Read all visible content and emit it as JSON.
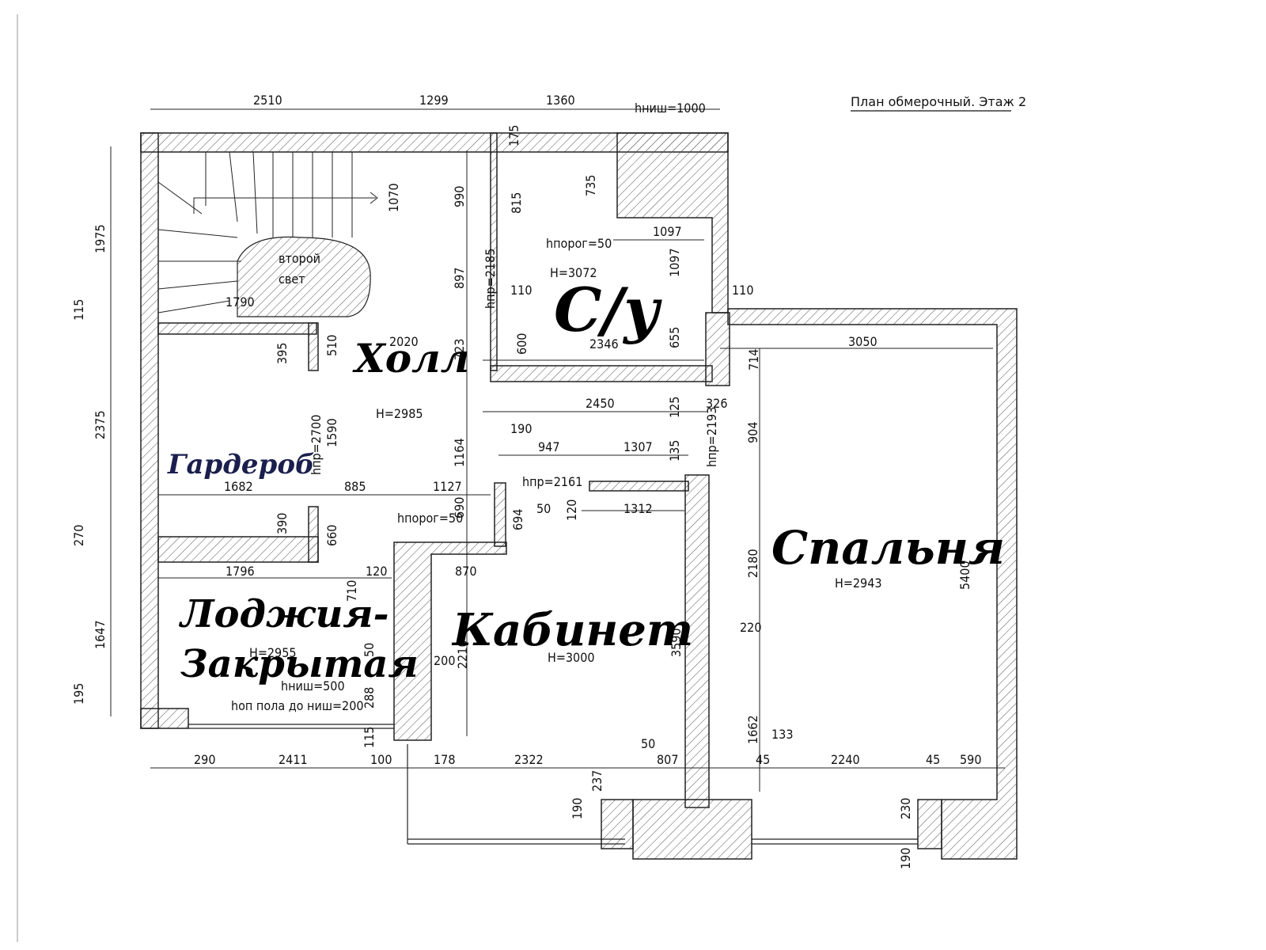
{
  "title": "План обмерочный. Этаж 2",
  "rooms": {
    "hall": "Холл",
    "bath": "С/у",
    "bedroom": "Спальня",
    "wardrobe": "Гардероб",
    "study": "Кабинет",
    "loggia_line1": "Лоджия-",
    "loggia_line2": "Закрытая",
    "second_light_1": "второй",
    "second_light_2": "свет"
  },
  "heights": {
    "hall": "H=2985",
    "bath": "H=3072",
    "bedroom": "H=2943",
    "study": "H=3000",
    "loggia": "H=2955",
    "wardrobe_door": "hпр=2700",
    "bath_door": "hпр=2185",
    "study_door": "hпр=2161",
    "bed_door": "hпр=2193",
    "sill": "hниш=1000",
    "threshold1": "hпорог=50",
    "threshold2": "hпорог=50",
    "loggia_sill": "hниш=500",
    "loggia_floor": "hоп пола до ниш=200"
  },
  "dims": {
    "top": [
      "2510",
      "1299",
      "1360"
    ],
    "left": [
      "1975",
      "115",
      "2375",
      "270",
      "1647",
      "195"
    ],
    "bottom": [
      "290",
      "2411",
      "100",
      "178",
      "2322",
      "807",
      "45",
      "2240",
      "45",
      "590"
    ],
    "inner": [
      "1070",
      "990",
      "897",
      "723",
      "1164",
      "690",
      "2020",
      "1790",
      "395",
      "510",
      "1590",
      "1682",
      "885",
      "1127",
      "390",
      "660",
      "1796",
      "120",
      "870",
      "710",
      "200",
      "50",
      "288",
      "115",
      "2210",
      "175",
      "815",
      "735",
      "1097",
      "1097",
      "110",
      "110",
      "600",
      "2346",
      "655",
      "714",
      "3050",
      "2450",
      "125",
      "326",
      "904",
      "190",
      "947",
      "1307",
      "135",
      "50",
      "120",
      "1312",
      "694",
      "2180",
      "220",
      "1662",
      "133",
      "50",
      "237",
      "190",
      "230",
      "190",
      "3590",
      "5400"
    ]
  }
}
